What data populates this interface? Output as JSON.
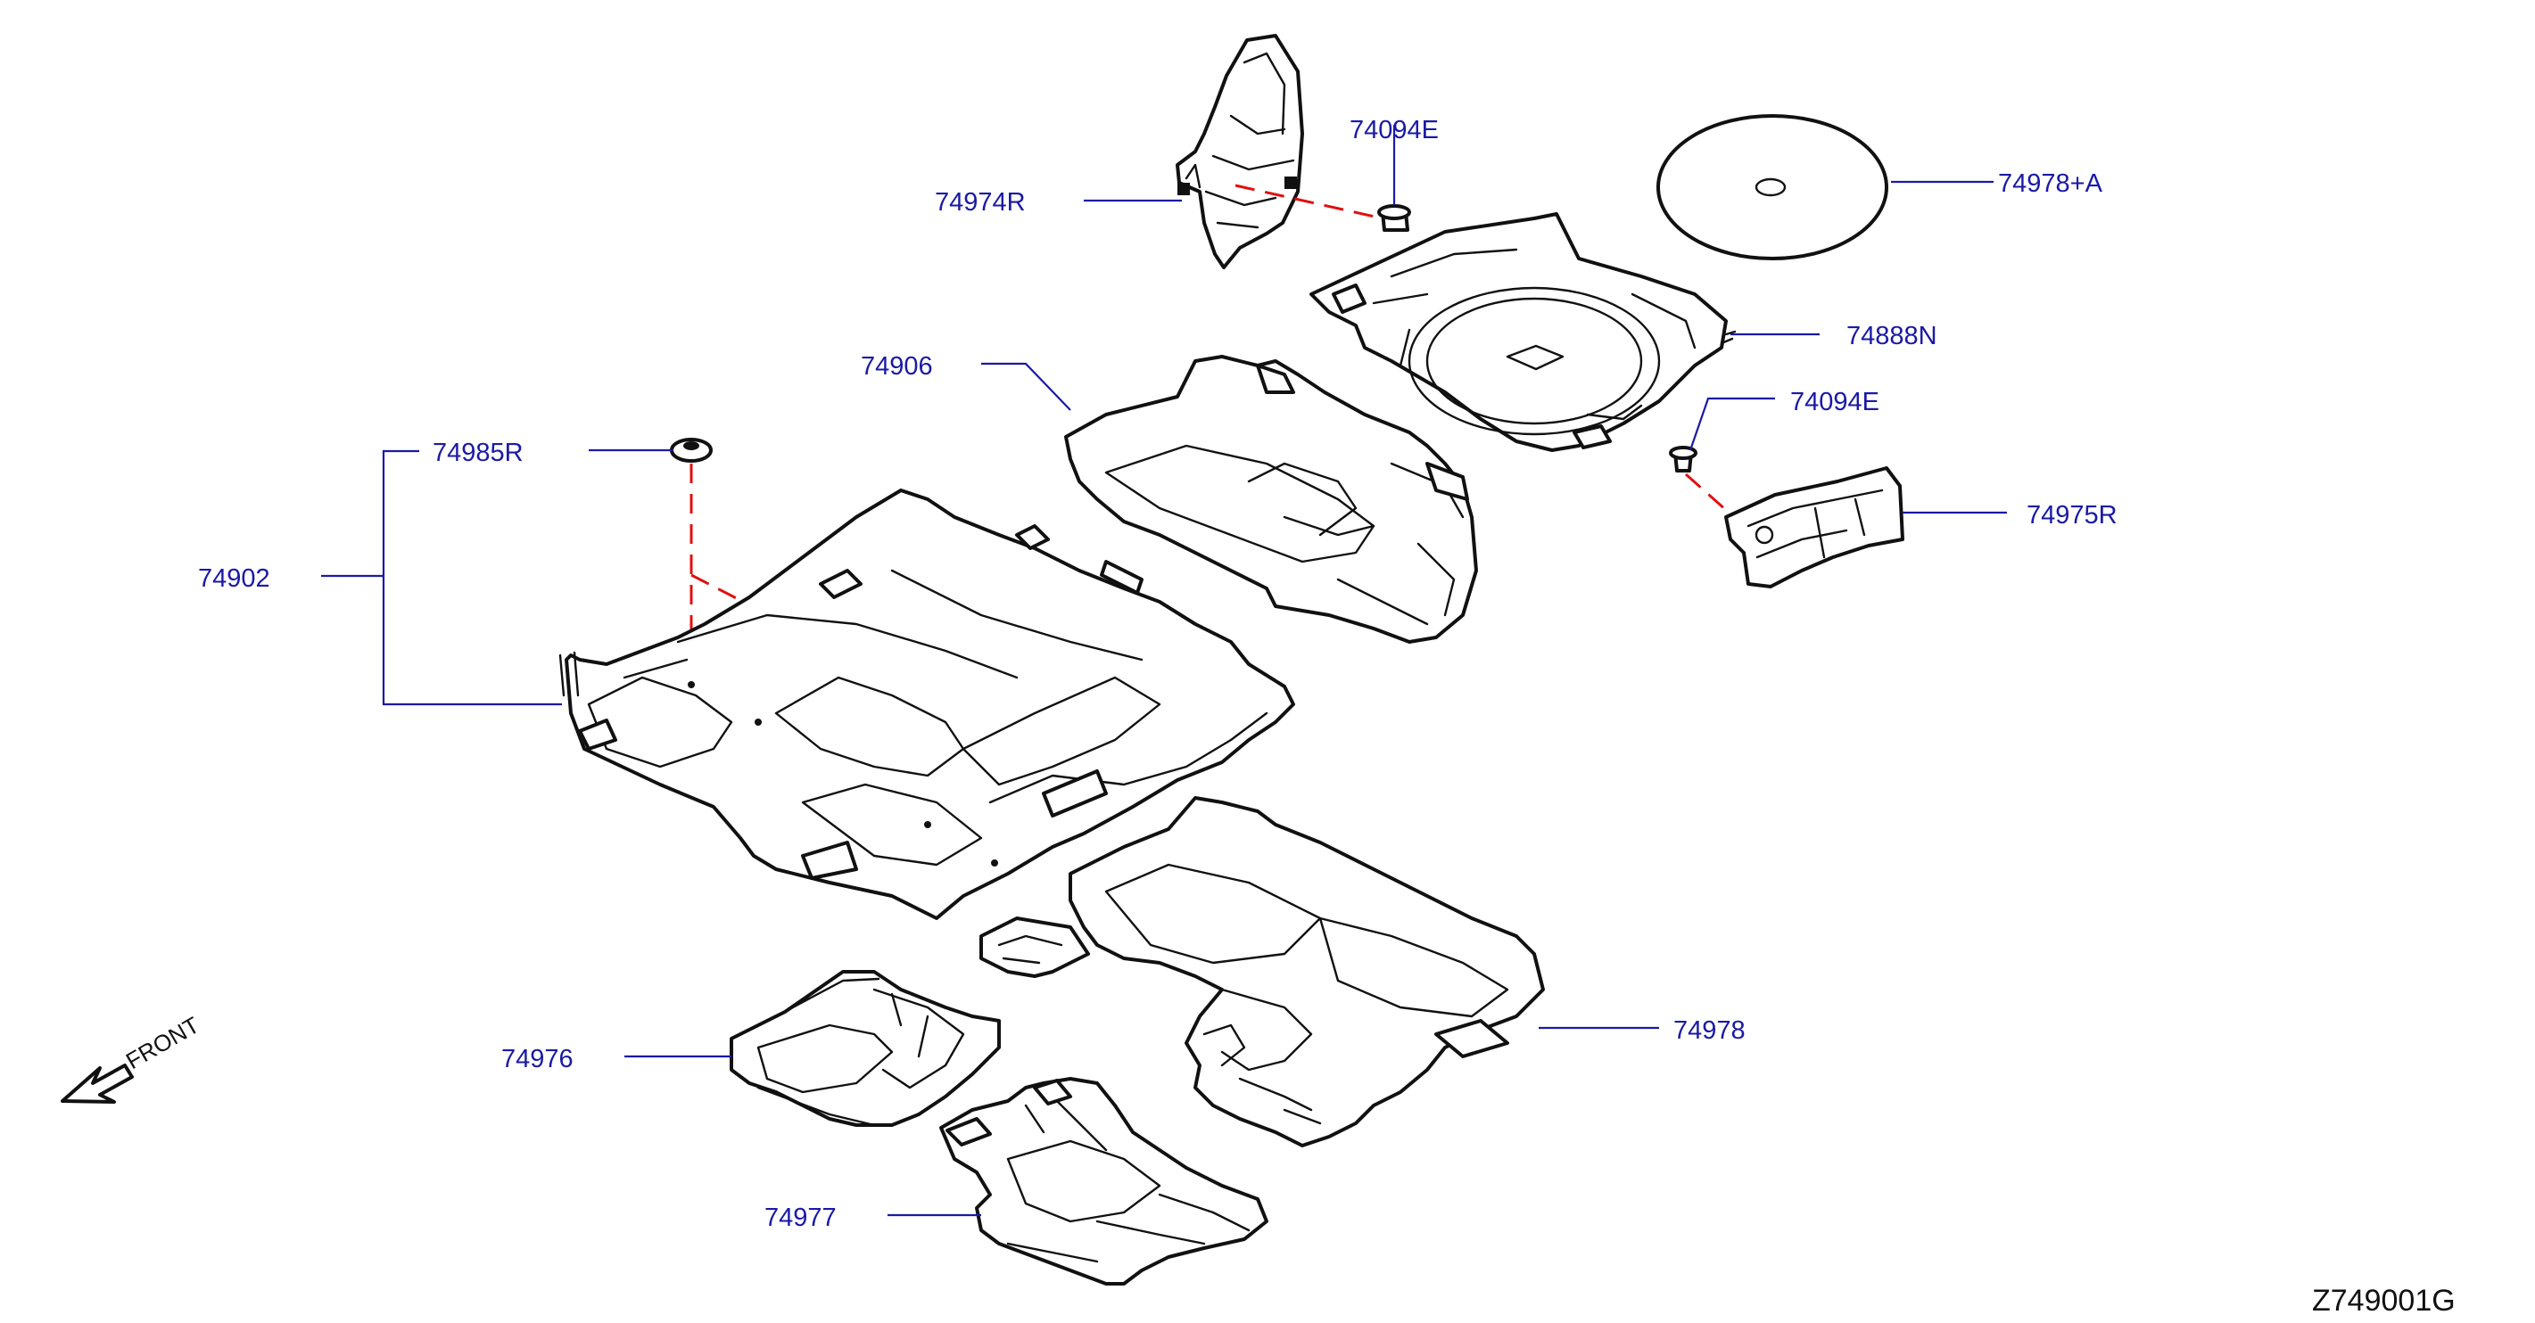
{
  "diagram": {
    "labels": [
      {
        "id": "74094E_top",
        "text": "74094E"
      },
      {
        "id": "74978A",
        "text": "74978+A"
      },
      {
        "id": "74974R",
        "text": "74974R"
      },
      {
        "id": "74888N",
        "text": "74888N"
      },
      {
        "id": "74906",
        "text": "74906"
      },
      {
        "id": "74094E_right",
        "text": "74094E"
      },
      {
        "id": "74985R",
        "text": "74985R"
      },
      {
        "id": "74975R",
        "text": "74975R"
      },
      {
        "id": "74902",
        "text": "74902"
      },
      {
        "id": "74978",
        "text": "74978"
      },
      {
        "id": "74976",
        "text": "74976"
      },
      {
        "id": "74977",
        "text": "74977"
      }
    ],
    "front_indicator": "FRONT",
    "figure_code": "Z749001G",
    "colors": {
      "label": "#1a1aa6",
      "outline": "#111111",
      "fastener_line": "#e01010"
    }
  }
}
